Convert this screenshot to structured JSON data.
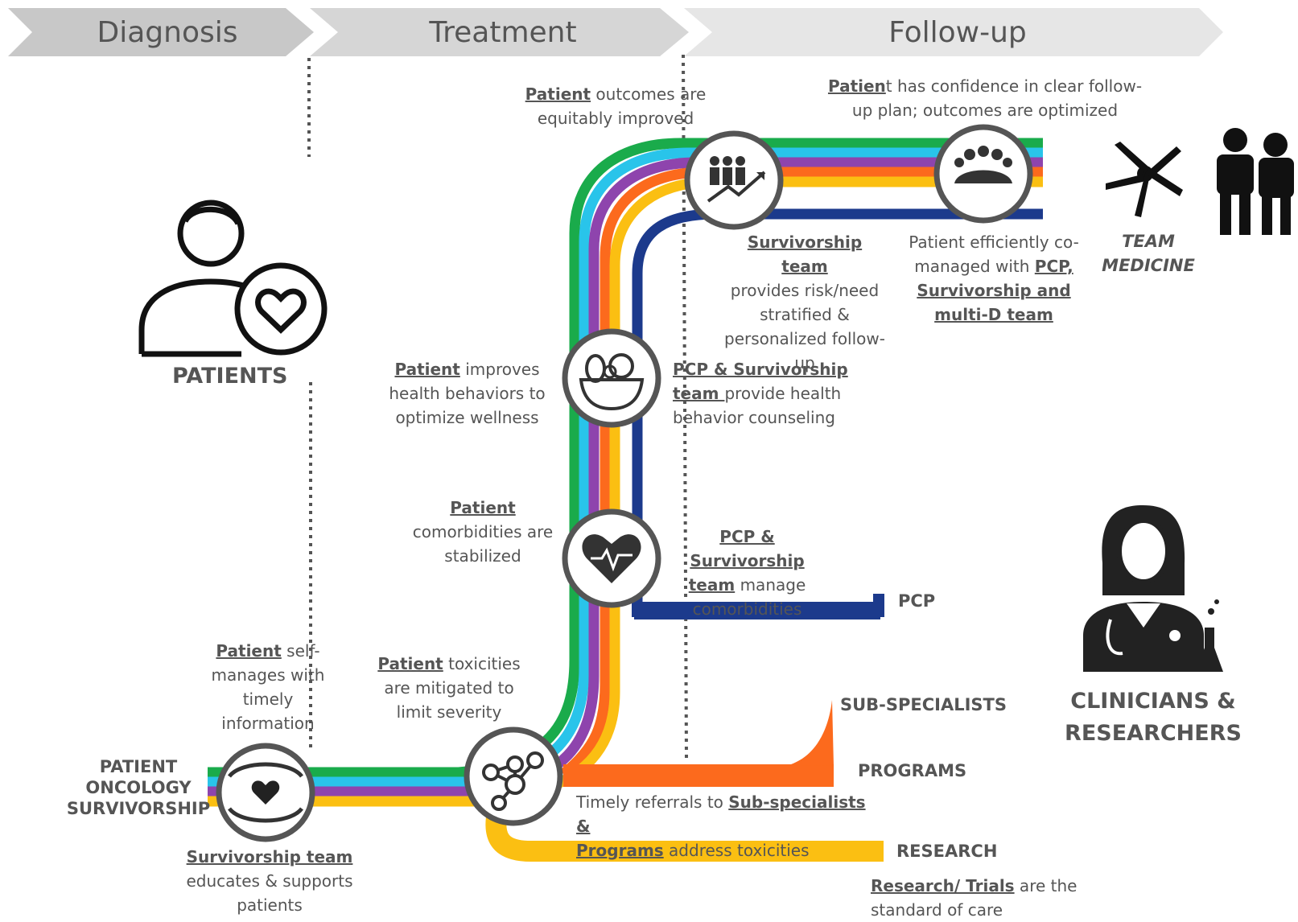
{
  "phases": [
    "Diagnosis",
    "Treatment",
    "Follow-up"
  ],
  "colors": {
    "green": "#1aab4b",
    "cyan": "#29c4ea",
    "purple": "#8e44ad",
    "orange": "#fc6a1d",
    "yellow": "#fbbf12",
    "navy": "#1c3a8c",
    "chevron": "#d9d9d9",
    "icon_ring": "#555555"
  },
  "groups": {
    "patients": "PATIENTS",
    "clinicians_line1": "CLINICIANS &",
    "clinicians_line2": "RESEARCHERS",
    "team_line1": "TEAM",
    "team_line2": "MEDICINE",
    "start_line1": "PATIENT",
    "start_line2": "ONCOLOGY",
    "start_line3": "SURVIVORSHIP"
  },
  "branches": {
    "pcp": "PCP",
    "subspecialists": "SUB-SPECIALISTS",
    "programs": "PROGRAMS",
    "research": "RESEARCH"
  },
  "callouts": {
    "outcomes": {
      "u": "Patient",
      "rest": " outcomes are equitably improved"
    },
    "confidence": {
      "u": "Patien",
      "rest": "t has confidence in clear follow-up plan; outcomes are optimized"
    },
    "surv_team": {
      "u": "Survivorship team",
      "rest": "provides risk/need stratified & personalized follow-up"
    },
    "comanaged": {
      "pre": "Patient efficiently co-managed with ",
      "u": "PCP, Survivorship and multi-D team"
    },
    "health_behaviors": {
      "u": "Patient",
      "rest": " improves health behaviors to optimize wellness"
    },
    "counseling": {
      "u": "PCP & Survivorship team ",
      "rest": "provide health behavior counseling"
    },
    "comorb_stab": {
      "u": "Patient",
      "rest": "comorbidities are stabilized"
    },
    "comorb_manage": {
      "u1": "PCP & Survivorship",
      "u2": "team",
      "rest": " manage comorbidities"
    },
    "self_manage": {
      "u": "Patient",
      "rest": " self-manages with timely information"
    },
    "toxicities": {
      "u": "Patient",
      "rest": " toxicities are mitigated to limit severity"
    },
    "referrals": {
      "pre": "Timely referrals to ",
      "u1": "Sub-specialists &",
      "u2": "Programs",
      "rest": " address toxicities"
    },
    "educates": {
      "u": "Survivorship team",
      "rest": "educates & supports patients"
    },
    "research_std": {
      "u": "Research/ Trials",
      "rest": " are the standard of care"
    }
  },
  "icons": [
    "patient-heart-icon",
    "team-medicine-hands-icon",
    "doctors-icon",
    "clinician-researcher-icon",
    "care-hands-heart-icon",
    "network-icon",
    "heart-pulse-icon",
    "fruit-bowl-icon",
    "group-growth-icon",
    "meeting-table-icon"
  ]
}
